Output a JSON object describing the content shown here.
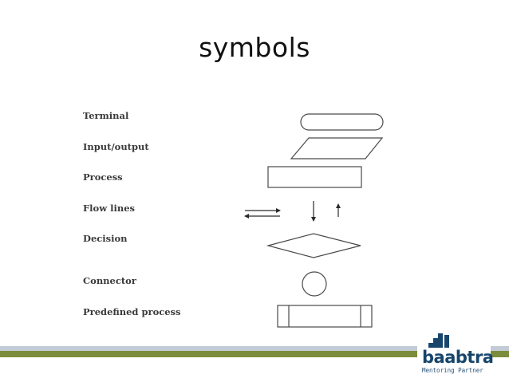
{
  "slide": {
    "title": "symbols"
  },
  "symbols": [
    {
      "label": "Terminal",
      "shape": "rounded-rectangle"
    },
    {
      "label": "Input/output",
      "shape": "parallelogram"
    },
    {
      "label": "Process",
      "shape": "rectangle"
    },
    {
      "label": "Flow lines",
      "shape": "arrows"
    },
    {
      "label": "Decision",
      "shape": "diamond"
    },
    {
      "label": "Connector",
      "shape": "circle"
    },
    {
      "label": "Predefined process",
      "shape": "rectangle-with-side-bars"
    }
  ],
  "logo": {
    "name": "baabtra",
    "tagline": "Mentoring Partner",
    "color": "#17456b"
  },
  "footer": {
    "band_light_color": "#c3ccd6",
    "band_dark_color": "#7b8d3a"
  }
}
